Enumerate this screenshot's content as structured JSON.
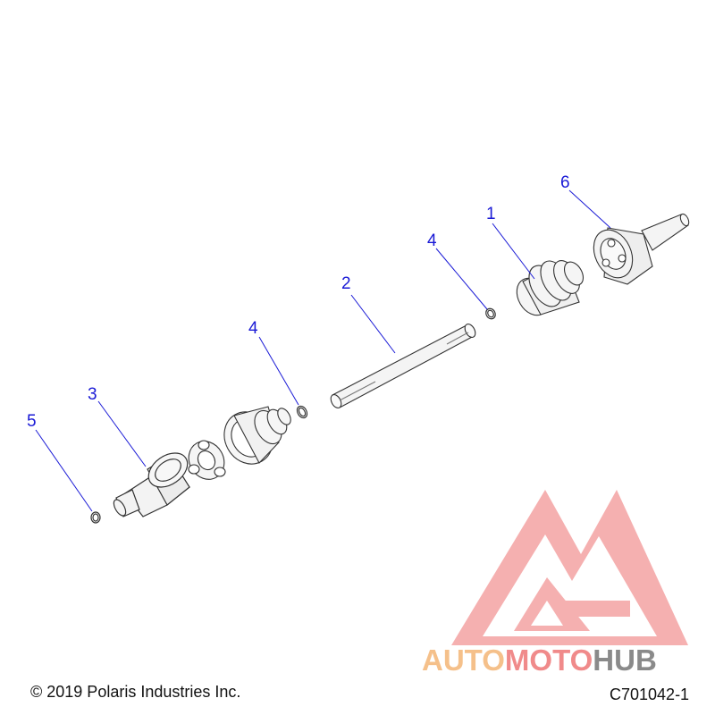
{
  "callouts": [
    {
      "label": "1"
    },
    {
      "label": "2"
    },
    {
      "label": "3"
    },
    {
      "label": "4"
    },
    {
      "label": "4"
    },
    {
      "label": "5"
    },
    {
      "label": "6"
    }
  ],
  "footer": {
    "copyright": "© 2019 Polaris Industries Inc.",
    "figure_code": "C701042-1"
  },
  "watermark": {
    "part1": "AUTO",
    "part2": "MOTO",
    "part3": "HUB",
    "color_auto": "#f5c08a",
    "color_moto": "#f08a8a",
    "color_hub": "#8a8a8a",
    "logo_color": "#f07070"
  },
  "colors": {
    "callout": "#1a1ad6",
    "line": "#333333",
    "leader": "#1a1ad6"
  }
}
